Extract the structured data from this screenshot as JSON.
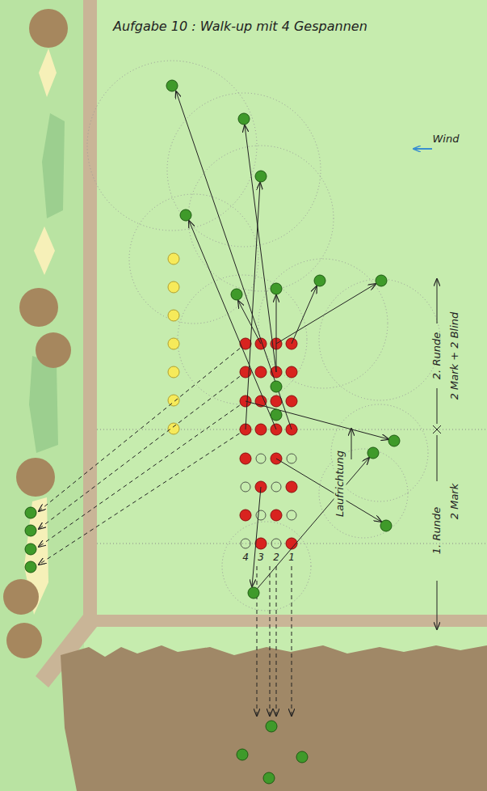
{
  "diagram": {
    "title": "Aufgabe 10 : Walk-up mit 4 Gespannen",
    "labels": [
      "Wind",
      "Laufrichtung",
      "1. Runde",
      "2. Runde",
      "2 Mark",
      "2 Mark + 2 Blind",
      "4",
      "3",
      "2",
      "1"
    ]
  }
}
